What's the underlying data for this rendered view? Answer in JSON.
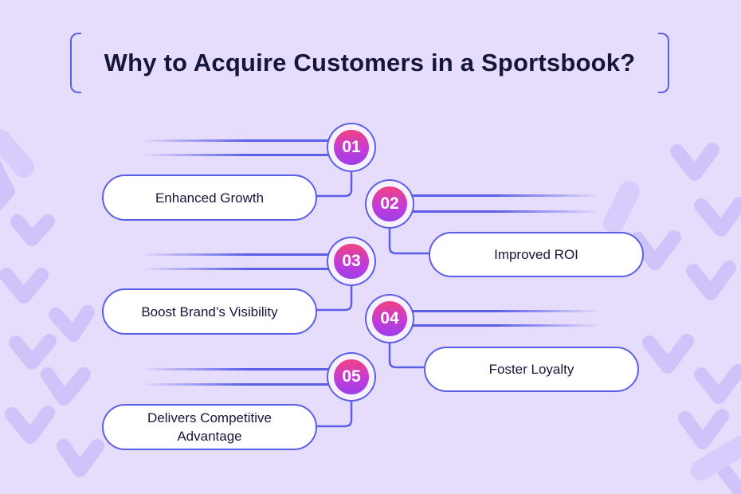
{
  "title": "Why to Acquire Customers in a Sportsbook?",
  "colors": {
    "background": "#e6dcfb",
    "accent": "#5b5fe8",
    "badge_gradient_start": "#f2427e",
    "badge_gradient_end": "#9b3fe9",
    "text": "#15163a"
  },
  "items": [
    {
      "number": "01",
      "label": "Enhanced Growth"
    },
    {
      "number": "02",
      "label": "Improved ROI"
    },
    {
      "number": "03",
      "label": "Boost Brand’s Visibility"
    },
    {
      "number": "04",
      "label": "Foster Loyalty"
    },
    {
      "number": "05",
      "label": "Delivers Competitive Advantage"
    }
  ]
}
